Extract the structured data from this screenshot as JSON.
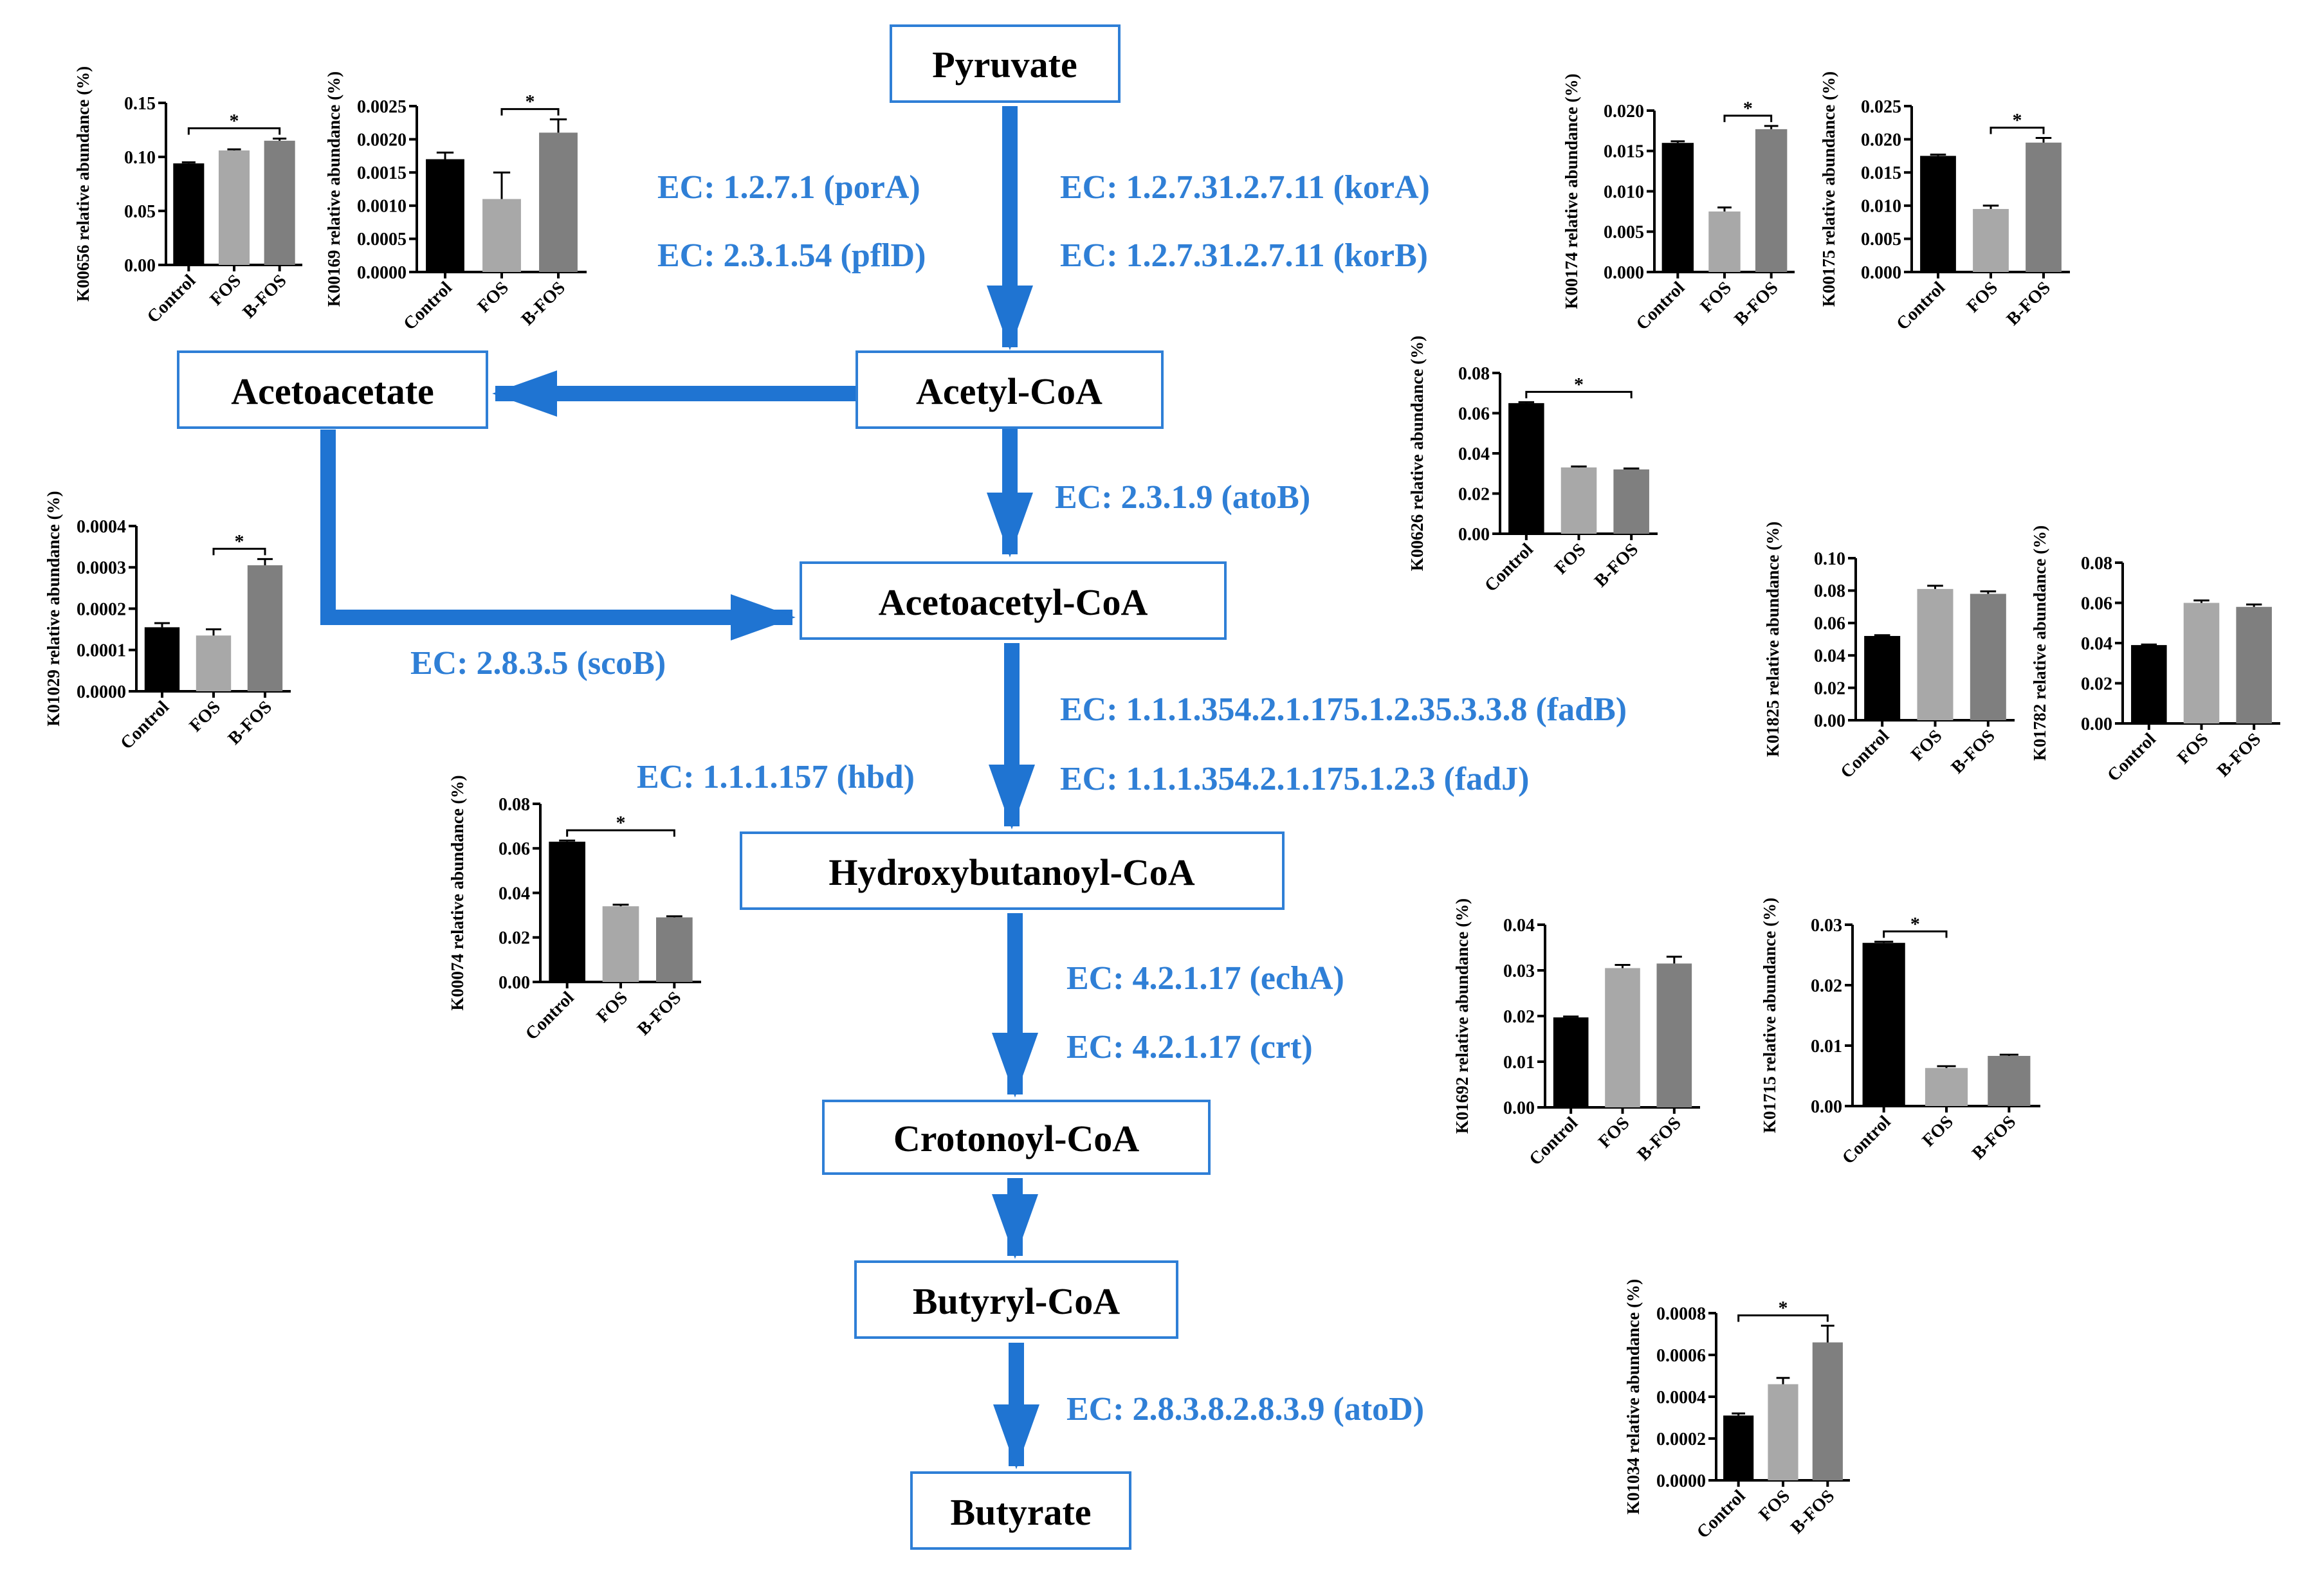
{
  "colors": {
    "node_border": "#2f7fd6",
    "arrow": "#1f74d2",
    "ec_text": "#2f7fd6",
    "bar_control": "#000000",
    "bar_fos": "#a8a8a8",
    "bar_bfos": "#7f7f7f"
  },
  "nodes": {
    "pyruvate": "Pyruvate",
    "acetyl_coa": "Acetyl-CoA",
    "acetoacetate": "Acetoacetate",
    "acetoacetyl_coa": "Acetoacetyl-CoA",
    "hydroxybutanoyl_coa": "Hydroxybutanoyl-CoA",
    "crotonoyl_coa": "Crotonoyl-CoA",
    "butyryl_coa": "Butyryl-CoA",
    "butyrate": "Butyrate"
  },
  "enzymes": {
    "pora": "EC: 1.2.7.1 (porA)",
    "pfld": "EC: 2.3.1.54 (pflD)",
    "kora": "EC: 1.2.7.31.2.7.11 (korA)",
    "korb": "EC: 1.2.7.31.2.7.11 (korB)",
    "atob": "EC: 2.3.1.9 (atoB)",
    "scob": "EC: 2.8.3.5 (scoB)",
    "fadb": "EC: 1.1.1.354.2.1.175.1.2.35.3.3.8 (fadB)",
    "fadj": "EC: 1.1.1.354.2.1.175.1.2.3 (fadJ)",
    "hbd": "EC: 1.1.1.157 (hbd)",
    "echa": "EC: 4.2.1.17 (echA)",
    "crt": "EC: 4.2.1.17 (crt)",
    "atod": "EC: 2.8.3.8.2.8.3.9 (atoD)"
  },
  "chart_data": [
    {
      "type": "bar",
      "ylabel": "K00656 relative abundance (%)",
      "categories": [
        "Control",
        "FOS",
        "B-FOS"
      ],
      "values": [
        0.094,
        0.106,
        0.115
      ],
      "errors": [
        0.001,
        0.001,
        0.002
      ],
      "ylim": [
        0,
        0.15
      ],
      "ticks": [
        "0.00",
        "0.05",
        "0.10",
        "0.15"
      ],
      "significance": [
        {
          "from": 0,
          "to": 2,
          "label": "*"
        }
      ]
    },
    {
      "type": "bar",
      "ylabel": "K00169 relative abundance (%)",
      "categories": [
        "Control",
        "FOS",
        "B-FOS"
      ],
      "values": [
        0.0017,
        0.0011,
        0.0021
      ],
      "errors": [
        0.0001,
        0.0004,
        0.0002
      ],
      "ylim": [
        0,
        0.0025
      ],
      "ticks": [
        "0.0000",
        "0.0005",
        "0.0010",
        "0.0015",
        "0.0020",
        "0.0025"
      ],
      "significance": [
        {
          "from": 1,
          "to": 2,
          "label": "*"
        }
      ]
    },
    {
      "type": "bar",
      "ylabel": "K00174 relative abundance (%)",
      "categories": [
        "Control",
        "FOS",
        "B-FOS"
      ],
      "values": [
        0.016,
        0.0075,
        0.0177
      ],
      "errors": [
        0.0002,
        0.0005,
        0.0004
      ],
      "ylim": [
        0,
        0.02
      ],
      "ticks": [
        "0.000",
        "0.005",
        "0.010",
        "0.015",
        "0.020"
      ],
      "significance": [
        {
          "from": 1,
          "to": 2,
          "label": "*"
        }
      ]
    },
    {
      "type": "bar",
      "ylabel": "K00175 relative abundance (%)",
      "categories": [
        "Control",
        "FOS",
        "B-FOS"
      ],
      "values": [
        0.0175,
        0.0095,
        0.0195
      ],
      "errors": [
        0.0002,
        0.0005,
        0.0007
      ],
      "ylim": [
        0,
        0.025
      ],
      "ticks": [
        "0.000",
        "0.005",
        "0.010",
        "0.015",
        "0.020",
        "0.025"
      ],
      "significance": [
        {
          "from": 1,
          "to": 2,
          "label": "*"
        }
      ]
    },
    {
      "type": "bar",
      "ylabel": "K00626 relative abundance (%)",
      "categories": [
        "Control",
        "FOS",
        "B-FOS"
      ],
      "values": [
        0.065,
        0.033,
        0.032
      ],
      "errors": [
        0.0005,
        0.0005,
        0.0005
      ],
      "ylim": [
        0,
        0.08
      ],
      "ticks": [
        "0.00",
        "0.02",
        "0.04",
        "0.06",
        "0.08"
      ],
      "significance": [
        {
          "from": 0,
          "to": 2,
          "label": "*"
        }
      ]
    },
    {
      "type": "bar",
      "ylabel": "K01029 relative abundance (%)",
      "categories": [
        "Control",
        "FOS",
        "B-FOS"
      ],
      "values": [
        0.000155,
        0.000135,
        0.000305
      ],
      "errors": [
        1e-05,
        1.5e-05,
        1.5e-05
      ],
      "ylim": [
        0,
        0.0004
      ],
      "ticks": [
        "0.0000",
        "0.0001",
        "0.0002",
        "0.0003",
        "0.0004"
      ],
      "significance": [
        {
          "from": 1,
          "to": 2,
          "label": "*"
        }
      ]
    },
    {
      "type": "bar",
      "ylabel": "K01825 relative abundance (%)",
      "categories": [
        "Control",
        "FOS",
        "B-FOS"
      ],
      "values": [
        0.052,
        0.081,
        0.078
      ],
      "errors": [
        0.0005,
        0.002,
        0.0015
      ],
      "ylim": [
        0,
        0.1
      ],
      "ticks": [
        "0.00",
        "0.02",
        "0.04",
        "0.06",
        "0.08",
        "0.10"
      ],
      "significance": []
    },
    {
      "type": "bar",
      "ylabel": "K01782 relative abundance (%)",
      "categories": [
        "Control",
        "FOS",
        "B-FOS"
      ],
      "values": [
        0.039,
        0.06,
        0.058
      ],
      "errors": [
        0.0003,
        0.0012,
        0.0012
      ],
      "ylim": [
        0,
        0.08
      ],
      "ticks": [
        "0.00",
        "0.02",
        "0.04",
        "0.06",
        "0.08"
      ],
      "significance": []
    },
    {
      "type": "bar",
      "ylabel": "K00074 relative abundance (%)",
      "categories": [
        "Control",
        "FOS",
        "B-FOS"
      ],
      "values": [
        0.063,
        0.034,
        0.029
      ],
      "errors": [
        0.0005,
        0.0007,
        0.0005
      ],
      "ylim": [
        0,
        0.08
      ],
      "ticks": [
        "0.00",
        "0.02",
        "0.04",
        "0.06",
        "0.08"
      ],
      "significance": [
        {
          "from": 0,
          "to": 2,
          "label": "*"
        }
      ]
    },
    {
      "type": "bar",
      "ylabel": "K01692 relative abundance (%)",
      "categories": [
        "Control",
        "FOS",
        "B-FOS"
      ],
      "values": [
        0.0197,
        0.0305,
        0.0315
      ],
      "errors": [
        0.0002,
        0.0007,
        0.0015
      ],
      "ylim": [
        0,
        0.04
      ],
      "ticks": [
        "0.00",
        "0.01",
        "0.02",
        "0.03",
        "0.04"
      ],
      "significance": []
    },
    {
      "type": "bar",
      "ylabel": "K01715 relative abundance (%)",
      "categories": [
        "Control",
        "FOS",
        "B-FOS"
      ],
      "values": [
        0.027,
        0.0063,
        0.0083
      ],
      "errors": [
        0.0002,
        0.0003,
        0.0002
      ],
      "ylim": [
        0,
        0.03
      ],
      "ticks": [
        "0.00",
        "0.01",
        "0.02",
        "0.03"
      ],
      "significance": [
        {
          "from": 0,
          "to": 1,
          "label": "*"
        }
      ]
    },
    {
      "type": "bar",
      "ylabel": "K01034 relative abundance (%)",
      "categories": [
        "Control",
        "FOS",
        "B-FOS"
      ],
      "values": [
        0.00031,
        0.00046,
        0.00066
      ],
      "errors": [
        1e-05,
        3e-05,
        8e-05
      ],
      "ylim": [
        0,
        0.0008
      ],
      "ticks": [
        "0.0000",
        "0.0002",
        "0.0004",
        "0.0006",
        "0.0008"
      ],
      "significance": [
        {
          "from": 0,
          "to": 2,
          "label": "*"
        }
      ]
    }
  ]
}
